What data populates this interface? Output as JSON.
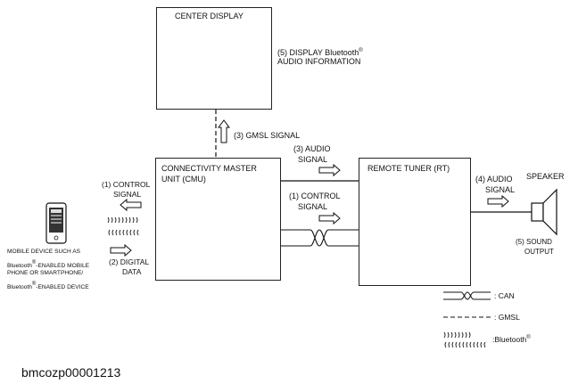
{
  "center_display": {
    "title": "CENTER DISPLAY",
    "info_line1": "(5) DISPLAY Bluetooth",
    "info_line2": "AUDIO INFORMATION"
  },
  "gmsl_signal": "(3) GMSL SIGNAL",
  "cmu": {
    "title_line1": "CONNECTIVITY MASTER",
    "title_line2": "UNIT (CMU)"
  },
  "audio_to_rt": {
    "line1": "(3) AUDIO",
    "line2": "SIGNAL"
  },
  "control_to_rt": {
    "line1": "(1) CONTROL",
    "line2": "SIGNAL"
  },
  "remote_tuner": {
    "title": "REMOTE TUNER (RT)"
  },
  "audio_to_speaker": {
    "line1": "(4) AUDIO",
    "line2": "SIGNAL"
  },
  "speaker": {
    "title": "SPEAKER",
    "sound_line1": "(5) SOUND",
    "sound_line2": "OUTPUT"
  },
  "control_from_cmu": {
    "line1": "(1) CONTROL",
    "line2": "SIGNAL"
  },
  "digital_data": {
    "line1": "(2) DIGITAL",
    "line2": "DATA"
  },
  "mobile": {
    "line1": "MOBILE DEVICE SUCH AS",
    "line2a": "Bluetooth",
    "line2b": "-ENABLED MOBILE",
    "line3": "PHONE OR SMARTPHONE/",
    "line4a": "Bluetooth",
    "line4b": "-ENABLED DEVICE"
  },
  "legend": {
    "can": ": CAN",
    "gmsl": ": GMSL",
    "bluetooth": ":Bluetooth"
  },
  "registered_mark": "®",
  "figure_code": "bmcozp00001213"
}
